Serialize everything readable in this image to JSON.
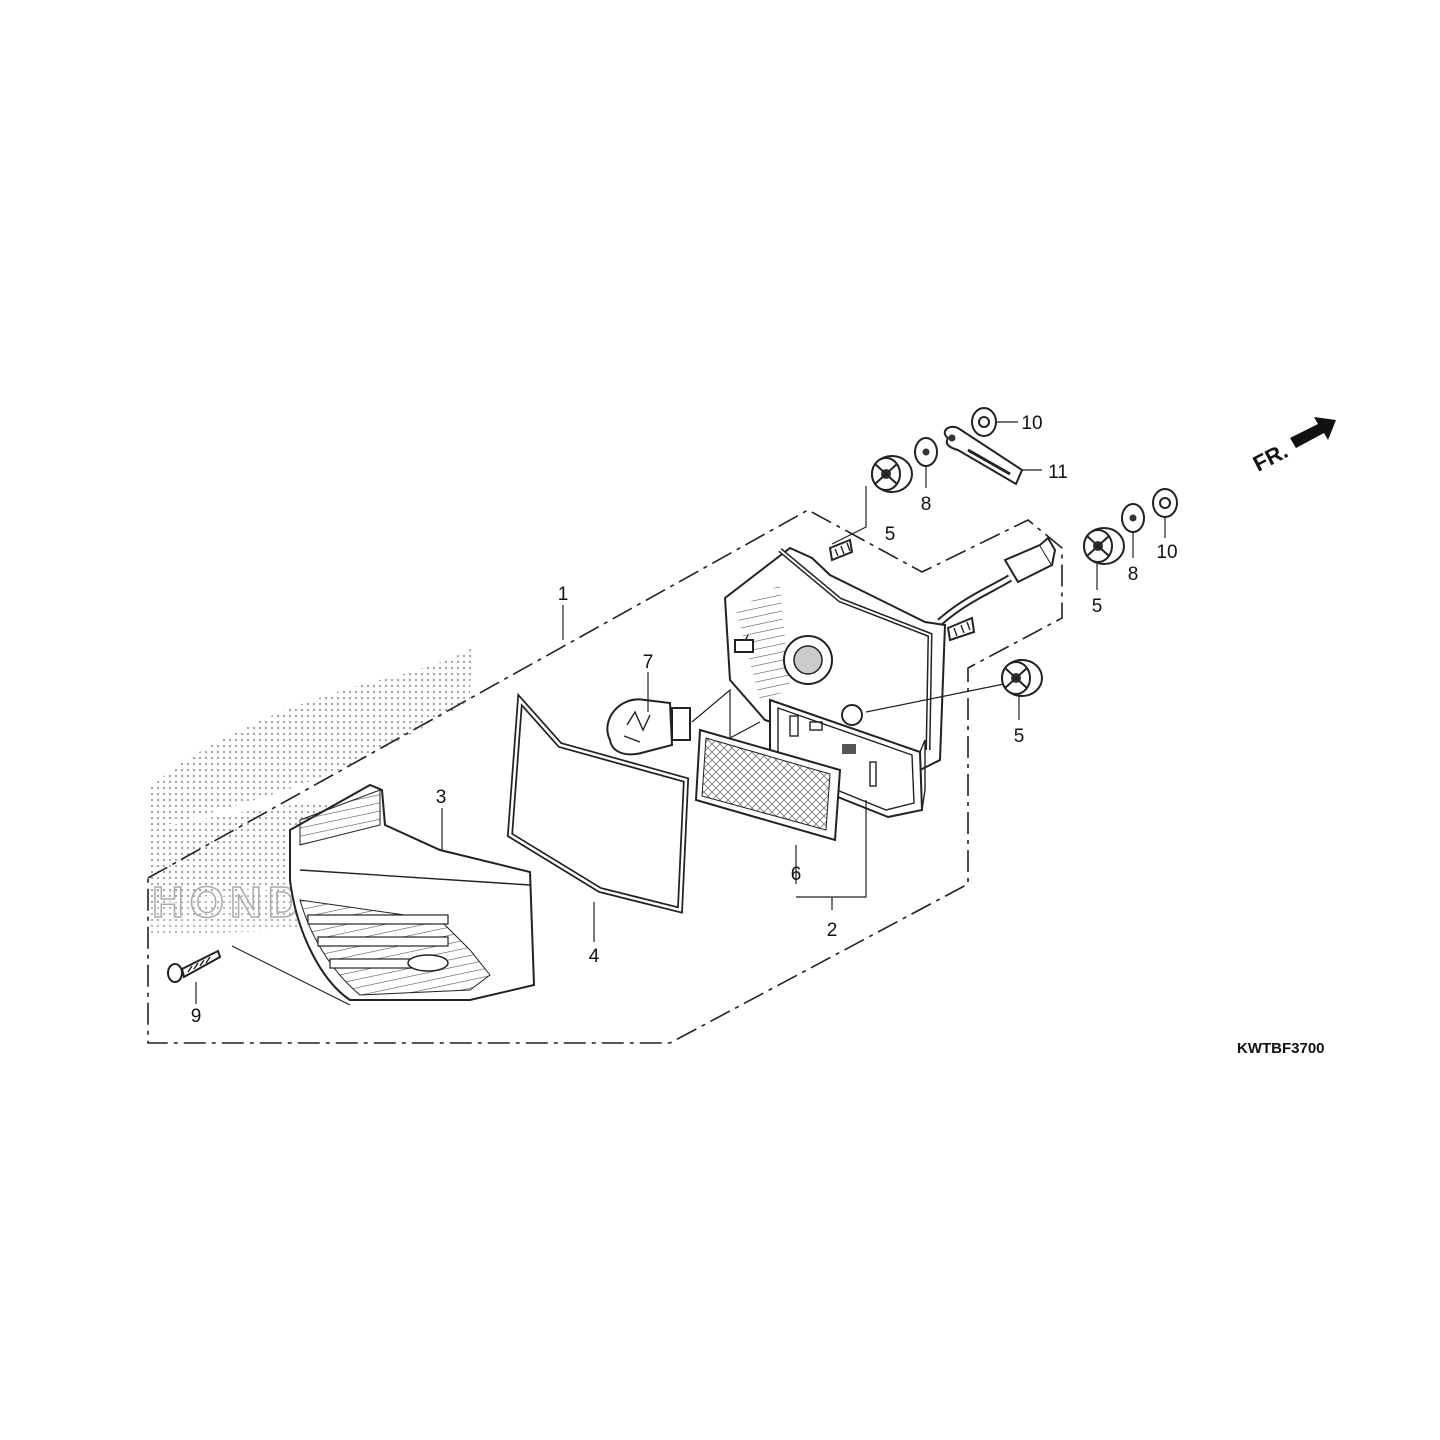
{
  "diagram": {
    "code": "KWTBF3700",
    "front_indicator": "FR.",
    "watermark": "HONDA",
    "callouts": [
      {
        "id": "c1",
        "label": "1",
        "part": "taillight-assembly"
      },
      {
        "id": "c2",
        "label": "2",
        "part": "license-light-assembly"
      },
      {
        "id": "c3",
        "label": "3",
        "part": "taillight-lens"
      },
      {
        "id": "c4",
        "label": "4",
        "part": "lens-gasket"
      },
      {
        "id": "c5a",
        "label": "5",
        "part": "grommet"
      },
      {
        "id": "c5b",
        "label": "5",
        "part": "grommet"
      },
      {
        "id": "c5c",
        "label": "5",
        "part": "grommet"
      },
      {
        "id": "c6",
        "label": "6",
        "part": "license-light-lens"
      },
      {
        "id": "c7",
        "label": "7",
        "part": "bulb"
      },
      {
        "id": "c8a",
        "label": "8",
        "part": "washer"
      },
      {
        "id": "c8b",
        "label": "8",
        "part": "washer"
      },
      {
        "id": "c9",
        "label": "9",
        "part": "tapping-screw"
      },
      {
        "id": "c10a",
        "label": "10",
        "part": "flange-nut"
      },
      {
        "id": "c10b",
        "label": "10",
        "part": "flange-nut"
      },
      {
        "id": "c11",
        "label": "11",
        "part": "ground-terminal"
      }
    ]
  }
}
